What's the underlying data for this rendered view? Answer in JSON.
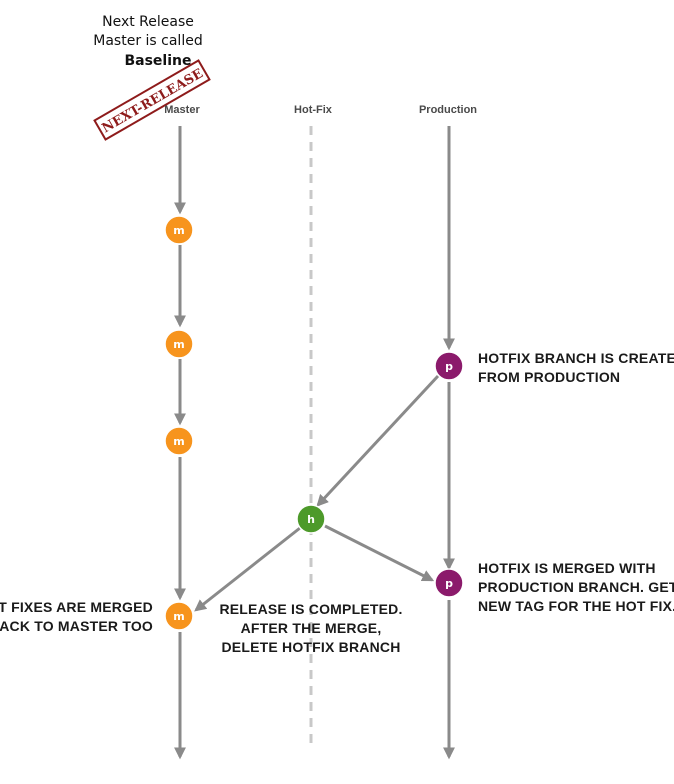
{
  "header_note": {
    "line1": "Next Release",
    "line2": "Master is called",
    "line3": "Baseline"
  },
  "stamp": {
    "text": "NEXT-RELEASE"
  },
  "columns": {
    "master": "Master",
    "hotfix": "Hot-Fix",
    "production": "Production"
  },
  "nodes": {
    "master_1": "m",
    "master_2": "m",
    "master_3": "m",
    "master_4": "m",
    "production_1": "p",
    "production_2": "p",
    "hotfix_1": "h"
  },
  "notes": {
    "hotfix_created": [
      "HOTFIX BRANCH IS CREATED",
      "FROM PRODUCTION"
    ],
    "hotfix_merged": [
      "HOTFIX IS MERGED WITH",
      "PRODUCTION BRANCH. GET A",
      "NEW TAG FOR THE HOT FIX."
    ],
    "merged_back": [
      "HOT FIXES ARE MERGED",
      "BACK TO MASTER TOO"
    ],
    "release_completed": [
      "RELEASE IS COMPLETED.",
      "AFTER THE MERGE,",
      "DELETE HOTFIX BRANCH"
    ]
  },
  "colors": {
    "master_node": "#f7941d",
    "production_node": "#8b1a6b",
    "hotfix_node": "#4d9a2a",
    "branch_line": "#8a8a8a",
    "hotfix_dashed": "#c8c8c8",
    "stamp": "#8e1b1b"
  }
}
